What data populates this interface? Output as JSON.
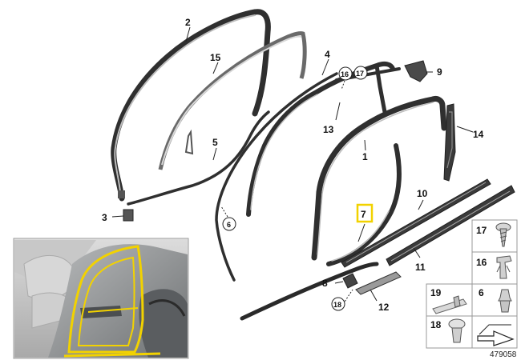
{
  "callouts": {
    "c1": "1",
    "c2": "2",
    "c3": "3",
    "c4": "4",
    "c5": "5",
    "c6": "6",
    "c7": "7",
    "c8": "8",
    "c9": "9",
    "c10": "10",
    "c11": "11",
    "c12": "12",
    "c13": "13",
    "c14": "14",
    "c15": "15",
    "c16": "16",
    "c17": "17",
    "c18": "18"
  },
  "parts_grid": {
    "p17": "17",
    "p16": "16",
    "p19": "19",
    "p6": "6",
    "p18": "18"
  },
  "doc_number": "479058",
  "colors": {
    "highlight": "#f2d200",
    "seal": "#2f2f2f",
    "car_body": "#8a8c8e"
  },
  "icons": [
    "car-thumbnail",
    "arrow-icon",
    "screw-icon",
    "clip-icon",
    "rivet-icon",
    "fastener-icon",
    "expanding-rivet-icon"
  ]
}
